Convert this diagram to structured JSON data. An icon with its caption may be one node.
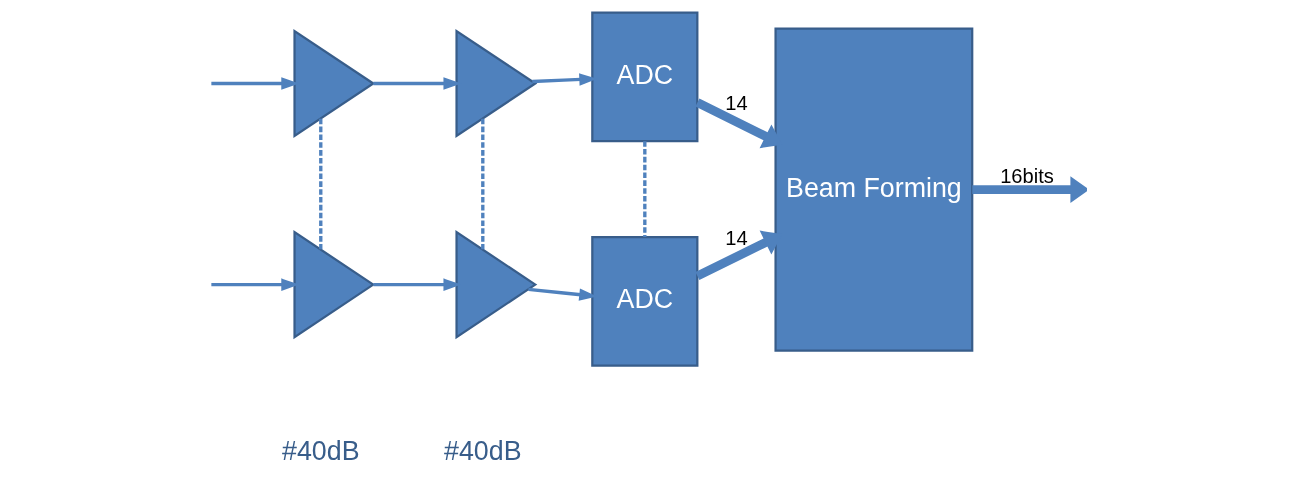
{
  "diagram": {
    "nodes": [
      {
        "text": [],
        "shape": "triangle"
      },
      {
        "text": [],
        "shape": "triangle"
      },
      {
        "text": [
          "ADC"
        ]
      },
      {
        "text": [],
        "shape": "triangle",
        "beside": [
          "#40dB"
        ]
      },
      {
        "text": [],
        "shape": "triangle",
        "beside": [
          "#40dB"
        ]
      },
      {
        "text": [
          "ADC"
        ]
      },
      {
        "text": [
          "Beam Forming"
        ]
      }
    ],
    "edges": [
      {
        "from": null,
        "to": 0,
        "arrow": "to"
      },
      {
        "from": 0,
        "to": 1,
        "arrow": "to"
      },
      {
        "from": 1,
        "to": 2,
        "arrow": "to"
      },
      {
        "from": 2,
        "to": 6,
        "arrow": "to",
        "label": "14",
        "style": "thick"
      },
      {
        "from": null,
        "to": 3,
        "arrow": "to"
      },
      {
        "from": 3,
        "to": 4,
        "arrow": "to"
      },
      {
        "from": 4,
        "to": 5,
        "arrow": "to"
      },
      {
        "from": 5,
        "to": 6,
        "arrow": "to",
        "label": "14",
        "style": "thick"
      },
      {
        "from": 6,
        "to": null,
        "arrow": "to",
        "label": "16bits",
        "style": "thick"
      },
      {
        "from": 0,
        "to": 3,
        "arrow": "none",
        "style": "dashed"
      },
      {
        "from": 1,
        "to": 4,
        "arrow": "none",
        "style": "dashed"
      },
      {
        "from": 2,
        "to": 5,
        "arrow": "none",
        "style": "dashed"
      }
    ]
  }
}
